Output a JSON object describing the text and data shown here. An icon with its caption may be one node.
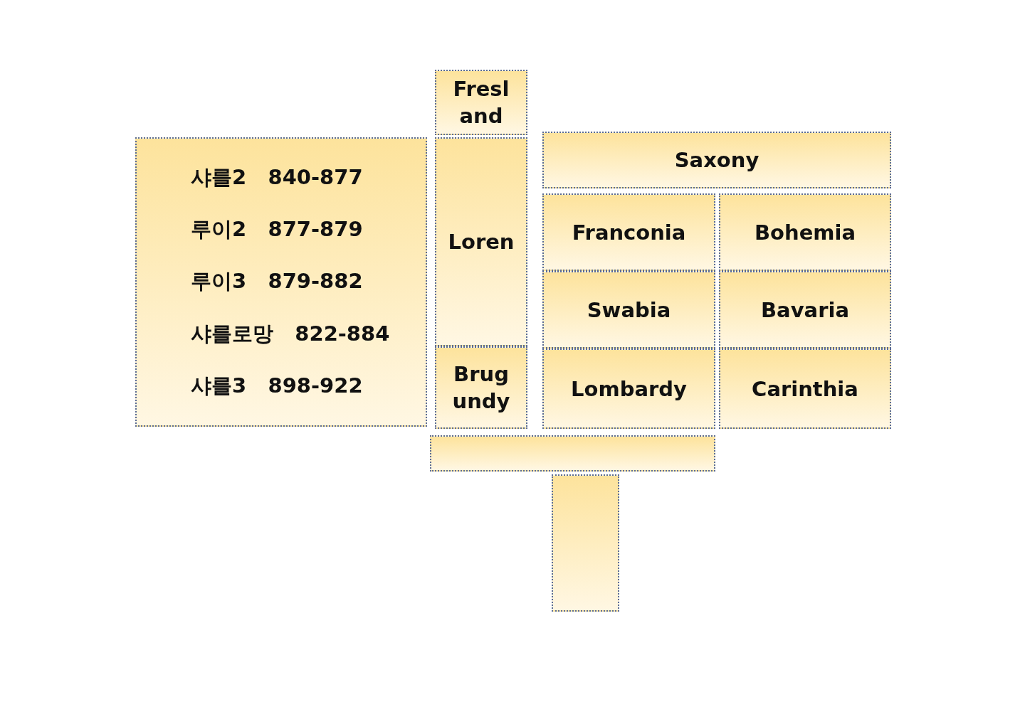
{
  "diagram": {
    "nodes": [
      {
        "text": [
          "샤를2 840-877",
          "루이2 877-879",
          "루이3 879-882",
          "샤를로망 822-884",
          "샤를3 898-922"
        ]
      },
      {
        "text": [
          "Fresl and"
        ]
      },
      {
        "text": [
          "Loren"
        ]
      },
      {
        "text": [
          "Brug undy"
        ]
      },
      {
        "text": [
          "Saxony"
        ]
      },
      {
        "text": [
          "Franconia"
        ]
      },
      {
        "text": [
          "Bohemia"
        ]
      },
      {
        "text": [
          "Swabia"
        ]
      },
      {
        "text": [
          "Bavaria"
        ]
      },
      {
        "text": [
          "Lombardy"
        ]
      },
      {
        "text": [
          "Carinthia"
        ]
      },
      {
        "text": [],
        "shape": "box"
      },
      {
        "text": [],
        "shape": "box"
      }
    ]
  }
}
